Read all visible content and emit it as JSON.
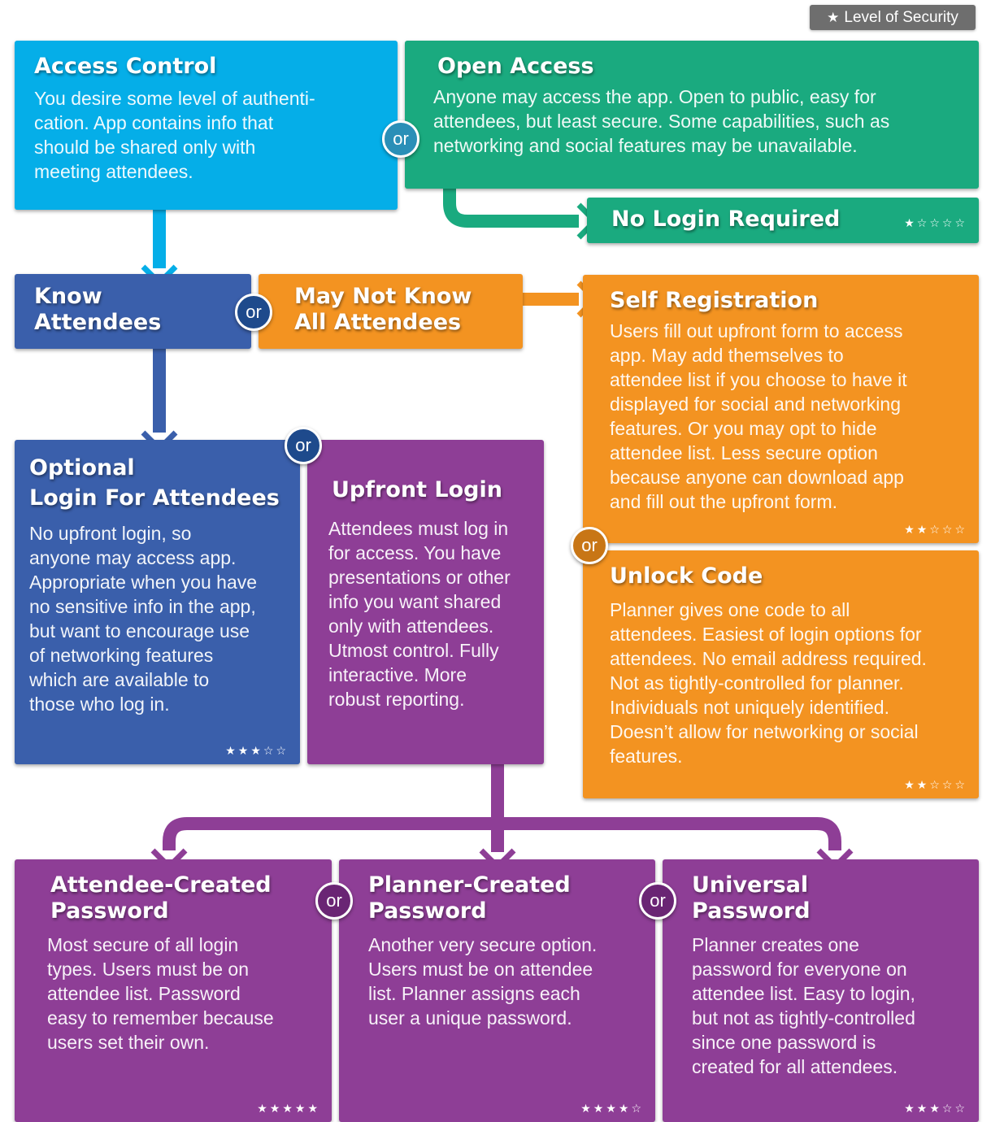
{
  "legend": {
    "icon": "star-icon",
    "label": "Level of Security"
  },
  "or_label": "or",
  "colors": {
    "blue": "#05aee8",
    "green": "#1aaa7f",
    "navy": "#3a5fab",
    "orange": "#f39321",
    "purple": "#8e3e96",
    "or_blue_bg": "#2a8fb7",
    "or_navy_bg": "#1e4a8c",
    "or_orange_bg": "#c87616",
    "or_purple_bg": "#6a2574"
  },
  "nodes": {
    "access_control": {
      "title": "Access Control",
      "body": "You desire some level of authenti-\ncation. App contains info that\nshould be shared only with\nmeeting attendees."
    },
    "open_access": {
      "title": "Open Access",
      "body": "Anyone may access the app. Open to public, easy for\nattendees, but least secure. Some capabilities, such as\nnetworking and social features may be unavailable."
    },
    "no_login": {
      "title": "No Login Required",
      "stars": 1
    },
    "know_attendees": {
      "title": "Know\nAttendees"
    },
    "may_not_know": {
      "title": "May Not Know\nAll Attendees"
    },
    "self_registration": {
      "title": "Self Registration",
      "body": "Users fill out upfront form to access\napp. May add themselves to\nattendee list if you choose to have it\ndisplayed for social and networking\nfeatures. Or you may opt to hide\nattendee list. Less secure option\nbecause anyone can download app\nand fill out the upfront form.",
      "stars": 2
    },
    "optional_login": {
      "title": "Optional\nLogin For Attendees",
      "body": "No upfront login, so\nanyone may access app.\nAppropriate when you have\nno sensitive info in the app,\nbut want to encourage use\nof networking features\nwhich are available to\nthose who log in.",
      "stars": 3
    },
    "upfront_login": {
      "title": "Upfront Login",
      "body": "Attendees must log in\nfor access. You have\npresentations or other\ninfo you want shared\nonly with attendees.\nUtmost control. Fully\ninteractive. More\nrobust reporting."
    },
    "unlock_code": {
      "title": "Unlock Code",
      "body": "Planner gives one code to all\nattendees. Easiest of login options for\nattendees. No email address required.\nNot as tightly-controlled for planner.\nIndividuals not uniquely identified.\nDoesn’t allow for networking or social\nfeatures.",
      "stars": 2
    },
    "attendee_password": {
      "title": "Attendee-Created\nPassword",
      "body": "Most secure of all login\ntypes. Users must be on\nattendee list. Password\neasy to remember because\nusers set their own.",
      "stars": 5
    },
    "planner_password": {
      "title": "Planner-Created\nPassword",
      "body": "Another very secure option.\nUsers must be on attendee\nlist. Planner assigns each\nuser a unique password.",
      "stars": 4
    },
    "universal_password": {
      "title": "Universal\nPassword",
      "body": "Planner creates one\npassword for everyone on\nattendee list. Easy to login,\nbut not as tightly-controlled\nsince one password is\ncreated for all attendees.",
      "stars": 3
    }
  }
}
